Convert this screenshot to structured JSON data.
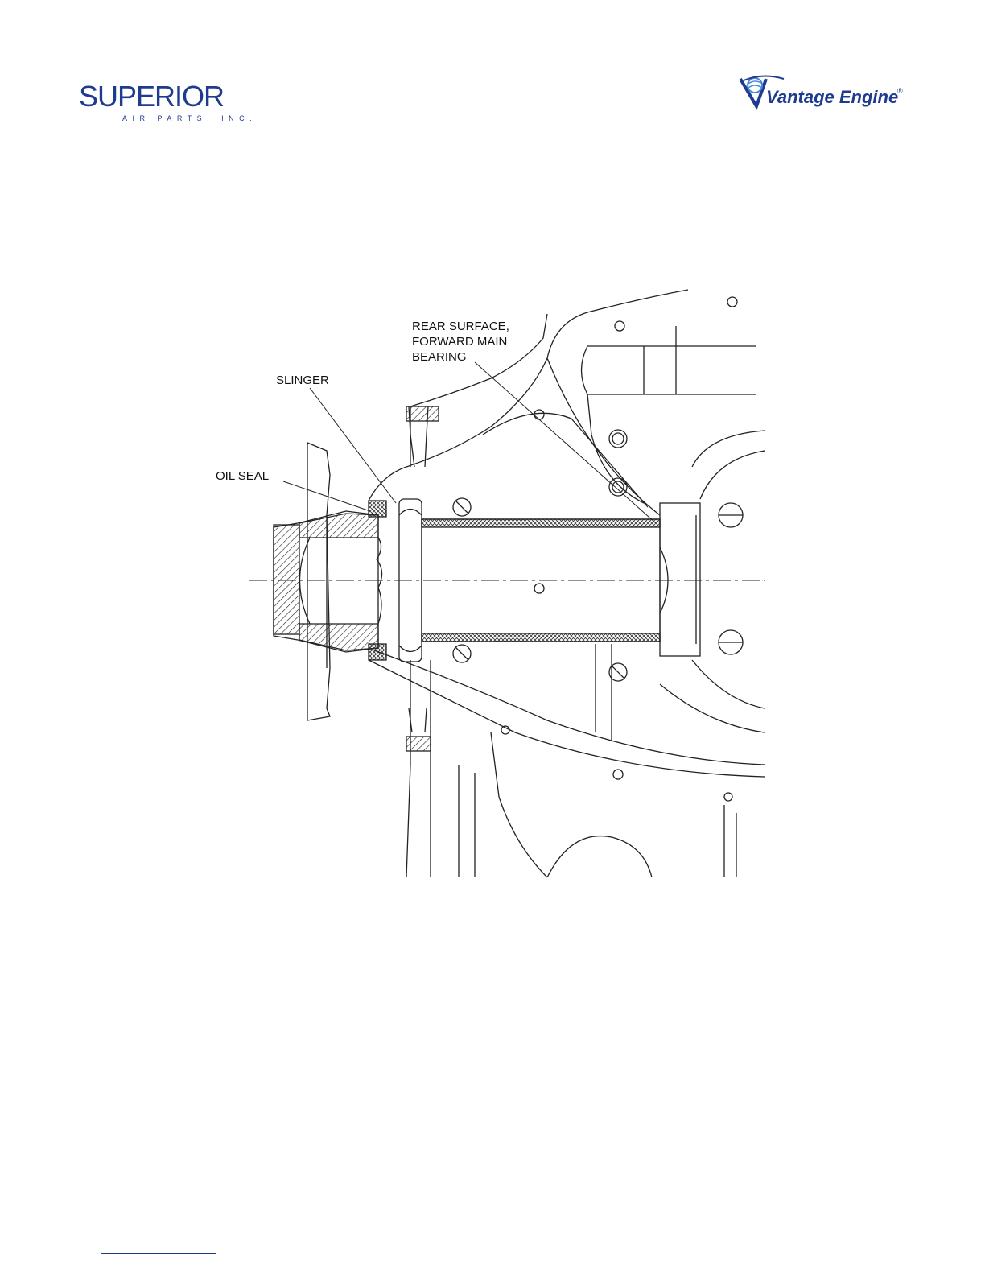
{
  "header": {
    "left_logo": {
      "name": "SUPERIOR",
      "tagline": "AIR PARTS, INC.",
      "colors": {
        "primary": "#1f3b8f",
        "accent": "#4a8bd8"
      }
    },
    "right_logo": {
      "name": "Vantage Engine",
      "registered_mark": "®",
      "colors": {
        "primary": "#1f3b8f",
        "accent": "#4a8bd8"
      }
    }
  },
  "figure": {
    "callouts": {
      "rear_surface_line1": "REAR SURFACE,",
      "rear_surface_line2": "FORWARD MAIN",
      "rear_surface_line3": "BEARING",
      "slinger": "SLINGER",
      "oil_seal": "OIL SEAL"
    }
  }
}
